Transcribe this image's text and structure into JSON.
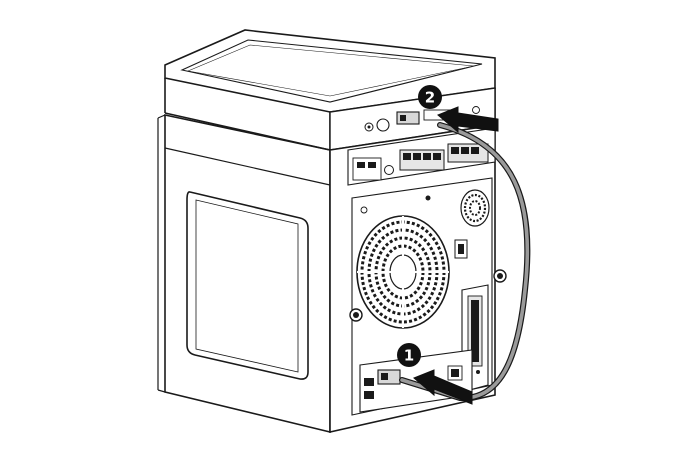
{
  "callouts": [
    {
      "number": "1",
      "target": "lower-rear-port-connector"
    },
    {
      "number": "2",
      "target": "top-module-port-connector"
    }
  ],
  "colors": {
    "line": "#1a1a1a",
    "fill": "#ffffff",
    "shade": "#e6e6e6",
    "callout_bg": "#111111",
    "arrow": "#111111",
    "cable": "#8c8c8c"
  },
  "icons": {
    "callout_marker": "numbered-circle",
    "direction_arrow": "thick-arrow-left"
  }
}
